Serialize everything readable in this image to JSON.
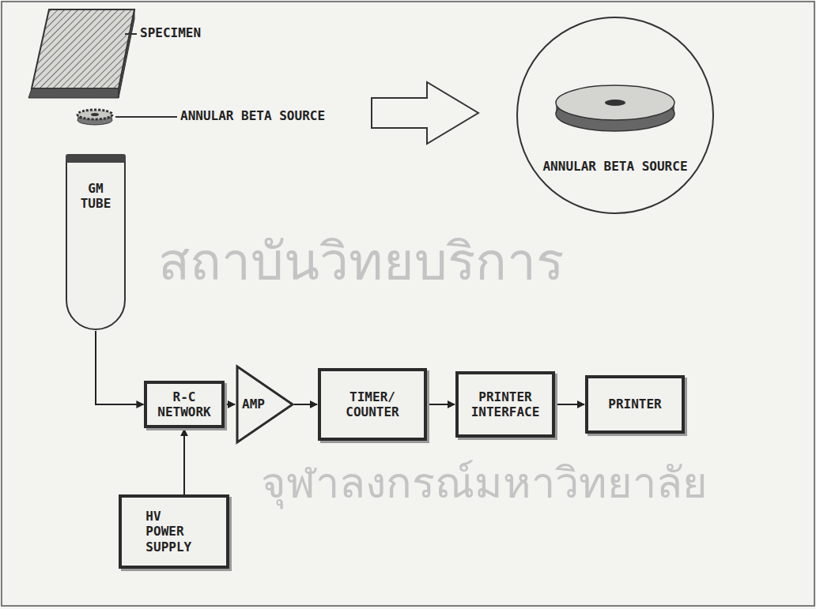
{
  "diagram": {
    "nodes": [
      {
        "text": [
          "ANNULAR BETA SOURCE"
        ]
      },
      {
        "text": [
          "GM TUBE"
        ]
      },
      {
        "text": [
          "R-C NETWORK"
        ]
      },
      {
        "text": [
          "AMP"
        ]
      },
      {
        "text": [
          "TIMER/ COUNTER"
        ]
      },
      {
        "text": [
          "PRINTER INTERFACE"
        ]
      },
      {
        "text": [
          "PRINTER"
        ]
      },
      {
        "text": [
          "HV POWER SUPPLY"
        ]
      }
    ],
    "edges": [
      {
        "from": 1,
        "to": 2,
        "arrow": "to"
      },
      {
        "from": 7,
        "to": 2,
        "arrow": "to"
      },
      {
        "from": 2,
        "to": 3,
        "arrow": "to"
      },
      {
        "from": 3,
        "to": 4,
        "arrow": "to"
      },
      {
        "from": 4,
        "to": 5,
        "arrow": "to"
      },
      {
        "from": 5,
        "to": 6,
        "arrow": "to"
      }
    ],
    "labels": [
      "SPECIMEN",
      "ANNULAR BETA SOURCE",
      "สถาบันวิทยบริการ",
      "จุฬาลงกรณ์มหาวิทยาลัย"
    ]
  }
}
